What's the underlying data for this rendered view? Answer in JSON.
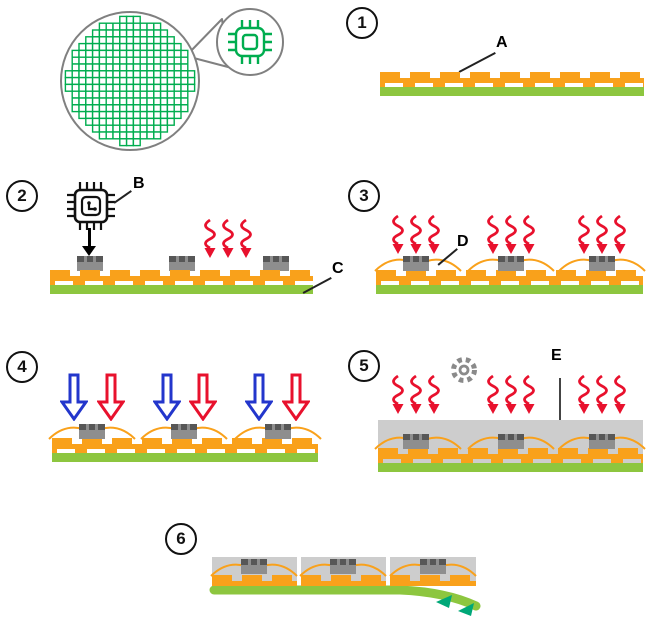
{
  "steps": [
    {
      "number": "1"
    },
    {
      "number": "2"
    },
    {
      "number": "3"
    },
    {
      "number": "4"
    },
    {
      "number": "5"
    },
    {
      "number": "6"
    }
  ],
  "labels": [
    {
      "text": "A"
    },
    {
      "text": "B"
    },
    {
      "text": "C"
    },
    {
      "text": "D"
    },
    {
      "text": "E"
    }
  ],
  "colors": {
    "orange": "#F9A11B",
    "green": "#8DC63F",
    "wafergreen": "#00AD4F",
    "red": "#E8112D",
    "blue": "#2336CC",
    "chipbody": "#8E8E8E",
    "chiptop": "#575757",
    "encap": "#CDCDCD",
    "flexg": "#00A878",
    "outline": "#808080",
    "ink": "#111111"
  },
  "icons": {
    "wafer": "wafer-grid-icon",
    "callout_chip": "chip-outline-icon",
    "pick_chip": "microchip-icon",
    "heat": "heat-wavy-arrow-icon",
    "pressure_blue": "block-arrow-blue-icon",
    "pressure_red": "block-arrow-red-icon",
    "cure": "gear-icon",
    "place": "down-arrow-icon",
    "bend": "flex-arrowhead-icon"
  }
}
